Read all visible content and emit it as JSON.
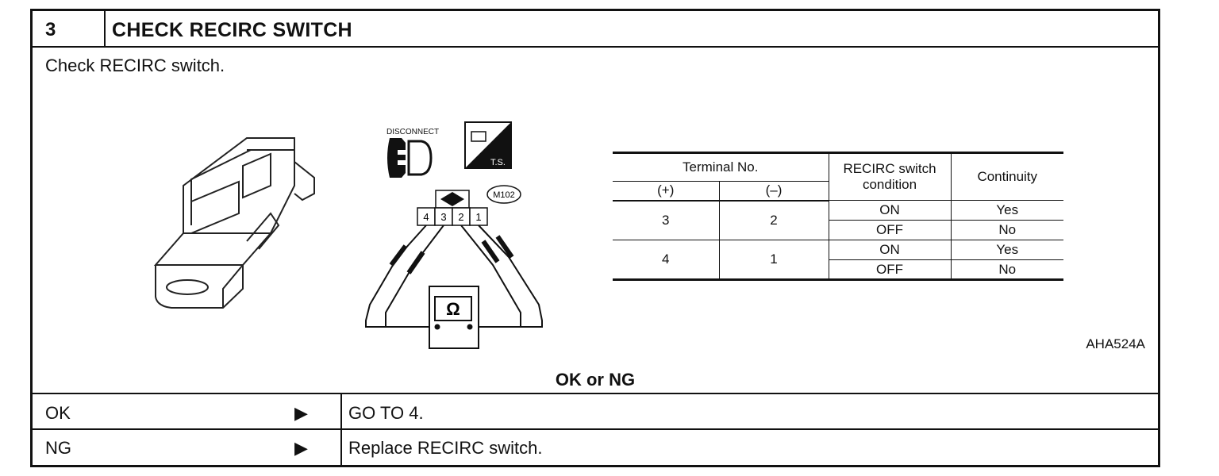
{
  "step": {
    "number": "3",
    "title": "CHECK RECIRC SWITCH"
  },
  "instruction": "Check RECIRC switch.",
  "diagram": {
    "disconnect_label": "DISCONNECT",
    "ts_label": "T.S.",
    "connector_id": "M102",
    "pins": [
      "4",
      "3",
      "2",
      "1"
    ],
    "meter_symbol": "Ω",
    "code": "AHA524A"
  },
  "table": {
    "header_terminal": "Terminal No.",
    "header_plus": "(+)",
    "header_minus": "(–)",
    "header_condition": [
      "RECIRC switch",
      "condition"
    ],
    "header_continuity": "Continuity",
    "rows": [
      {
        "plus": "3",
        "minus": "2",
        "conditions": [
          {
            "state": "ON",
            "continuity": "Yes"
          },
          {
            "state": "OFF",
            "continuity": "No"
          }
        ]
      },
      {
        "plus": "4",
        "minus": "1",
        "conditions": [
          {
            "state": "ON",
            "continuity": "Yes"
          },
          {
            "state": "OFF",
            "continuity": "No"
          }
        ]
      }
    ]
  },
  "prompt": "OK or NG",
  "results": [
    {
      "label": "OK",
      "arrow": "▶",
      "action": "GO TO 4."
    },
    {
      "label": "NG",
      "arrow": "▶",
      "action": "Replace RECIRC switch."
    }
  ]
}
